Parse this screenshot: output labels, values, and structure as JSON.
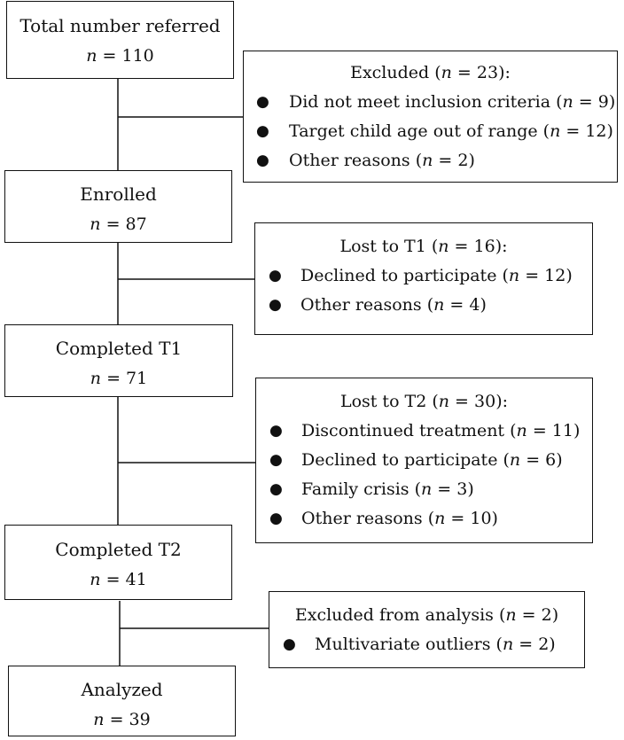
{
  "stages": [
    {
      "title": "Total number referred",
      "count": "110"
    },
    {
      "title": "Enrolled",
      "count": "87"
    },
    {
      "title": "Completed T1",
      "count": "71"
    },
    {
      "title": "Completed T2",
      "count": "41"
    },
    {
      "title": "Analyzed",
      "count": "39"
    }
  ],
  "count_symbol": "n",
  "count_eq": " = ",
  "side_boxes": [
    {
      "label": "Excluded",
      "count": "23",
      "items": [
        {
          "text": "Did not meet inclusion criteria",
          "count": "9"
        },
        {
          "text": "Target child age out of range",
          "count": "12"
        },
        {
          "text": "Other reasons",
          "count": "2"
        }
      ]
    },
    {
      "label": "Lost to T1",
      "count": "16",
      "items": [
        {
          "text": "Declined to participate",
          "count": "12"
        },
        {
          "text": "Other reasons",
          "count": "4"
        }
      ]
    },
    {
      "label": "Lost to T2",
      "count": "30",
      "items": [
        {
          "text": "Discontinued treatment",
          "count": "11"
        },
        {
          "text": "Declined to participate",
          "count": "6"
        },
        {
          "text": "Family crisis",
          "count": "3"
        },
        {
          "text": "Other reasons",
          "count": "10"
        }
      ]
    },
    {
      "label": "Excluded from analysis",
      "count": "2",
      "items": [
        {
          "text": "Multivariate outliers",
          "count": "2"
        }
      ]
    }
  ]
}
